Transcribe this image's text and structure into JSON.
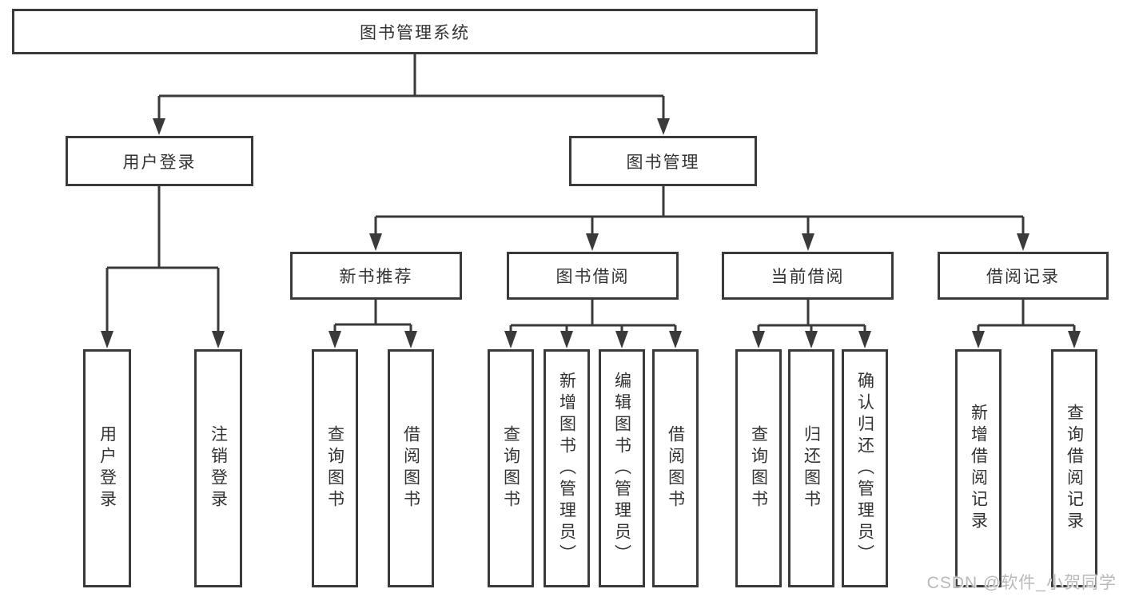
{
  "diagram": {
    "title": "图书管理系统",
    "level2": {
      "user_login": "用户登录",
      "book_mgmt": "图书管理"
    },
    "level3": {
      "new_books": "新书推荐",
      "book_borrow": "图书借阅",
      "current_borrow": "当前借阅",
      "borrow_records": "借阅记录"
    },
    "leaves": {
      "user_login": [
        "用户登录",
        "注销登录"
      ],
      "new_books": [
        "查询图书",
        "借阅图书"
      ],
      "book_borrow": [
        "查询图书",
        "新增图书（管理员）",
        "编辑图书（管理员）",
        "借阅图书"
      ],
      "current_borrow": [
        "查询图书",
        "归还图书",
        "确认归还（管理员）"
      ],
      "borrow_records": [
        "新增借阅记录",
        "查询借阅记录"
      ]
    },
    "watermark": "CSDN @软件_小贺同学",
    "colors": {
      "line": "#3a3a3a",
      "text": "#333333",
      "box_background": "#ffffff",
      "watermark": "#b9b9bb",
      "background": "#ffffff"
    }
  }
}
